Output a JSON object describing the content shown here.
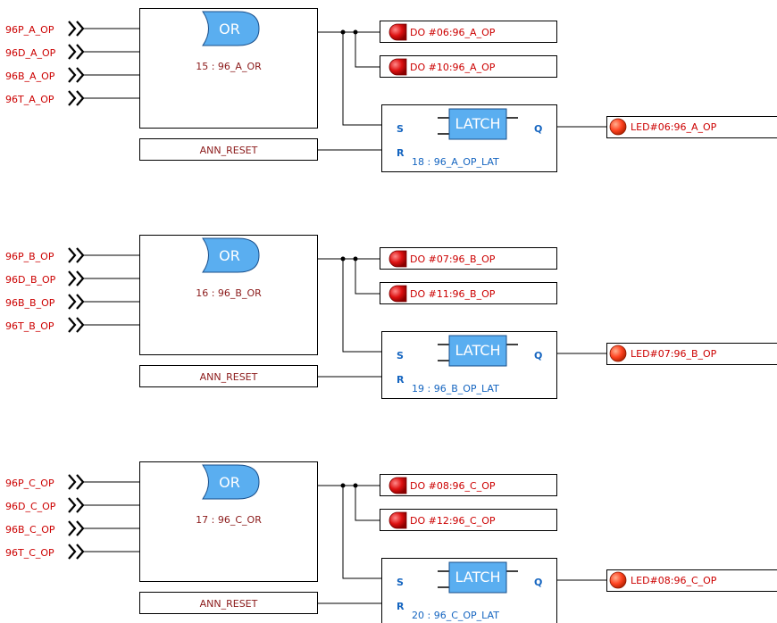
{
  "colors": {
    "signal_text": "#cc0000",
    "block_text": "#8b1a1a",
    "latch_text": "#1565c0",
    "gate_fill": "#5aaef0",
    "lamp_red": "#dd1111",
    "led_orange": "#ff4422"
  },
  "icons": {
    "input_marker": "chevron-input-icon",
    "gate": "or-gate-icon",
    "latch": "latch-icon",
    "do_lamp": "red-lamp-icon",
    "led": "led-icon"
  },
  "groups": [
    {
      "inputs": [
        "96P_A_OP",
        "96D_A_OP",
        "96B_A_OP",
        "96T_A_OP"
      ],
      "gate_label": "OR",
      "gate_block_label": "15 : 96_A_OR",
      "outputs": [
        "DO #06:96_A_OP",
        "DO #10:96_A_OP"
      ],
      "reset_label": "ANN_RESET",
      "latch_label": "LATCH",
      "latch_s": "S",
      "latch_r": "R",
      "latch_q": "Q",
      "latch_block_label": "18 : 96_A_OP_LAT",
      "led_label": "LED#06:96_A_OP"
    },
    {
      "inputs": [
        "96P_B_OP",
        "96D_B_OP",
        "96B_B_OP",
        "96T_B_OP"
      ],
      "gate_label": "OR",
      "gate_block_label": "16 : 96_B_OR",
      "outputs": [
        "DO #07:96_B_OP",
        "DO #11:96_B_OP"
      ],
      "reset_label": "ANN_RESET",
      "latch_label": "LATCH",
      "latch_s": "S",
      "latch_r": "R",
      "latch_q": "Q",
      "latch_block_label": "19 : 96_B_OP_LAT",
      "led_label": "LED#07:96_B_OP"
    },
    {
      "inputs": [
        "96P_C_OP",
        "96D_C_OP",
        "96B_C_OP",
        "96T_C_OP"
      ],
      "gate_label": "OR",
      "gate_block_label": "17 : 96_C_OR",
      "outputs": [
        "DO #08:96_C_OP",
        "DO #12:96_C_OP"
      ],
      "reset_label": "ANN_RESET",
      "latch_label": "LATCH",
      "latch_s": "S",
      "latch_r": "R",
      "latch_q": "Q",
      "latch_block_label": "20 : 96_C_OP_LAT",
      "led_label": "LED#08:96_C_OP"
    }
  ]
}
